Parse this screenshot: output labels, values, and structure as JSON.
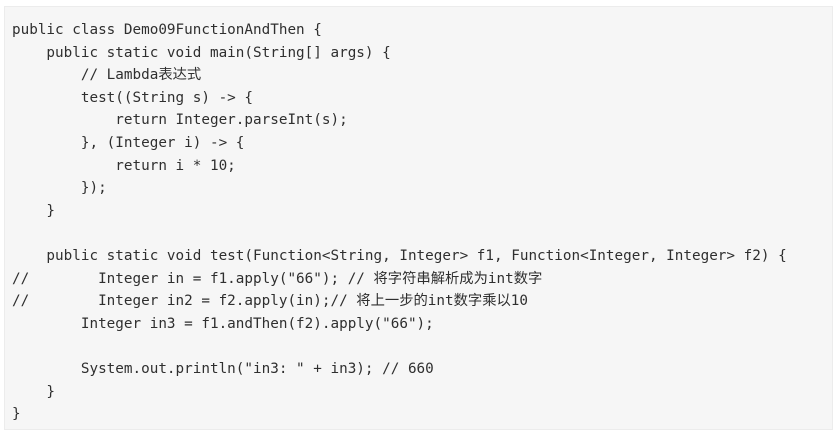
{
  "code": {
    "language": "java",
    "lines": [
      "public class Demo09FunctionAndThen {",
      "    public static void main(String[] args) {",
      "        // Lambda表达式",
      "        test((String s) -> {",
      "            return Integer.parseInt(s);",
      "        }, (Integer i) -> {",
      "            return i * 10;",
      "        });",
      "    }",
      "",
      "    public static void test(Function<String, Integer> f1, Function<Integer, Integer> f2) {",
      "//        Integer in = f1.apply(\"66\"); // 将字符串解析成为int数字",
      "//        Integer in2 = f2.apply(in);// 将上一步的int数字乘以10",
      "        Integer in3 = f1.andThen(f2).apply(\"66\");",
      "",
      "        System.out.println(\"in3: \" + in3); // 660",
      "    }",
      "}"
    ]
  }
}
